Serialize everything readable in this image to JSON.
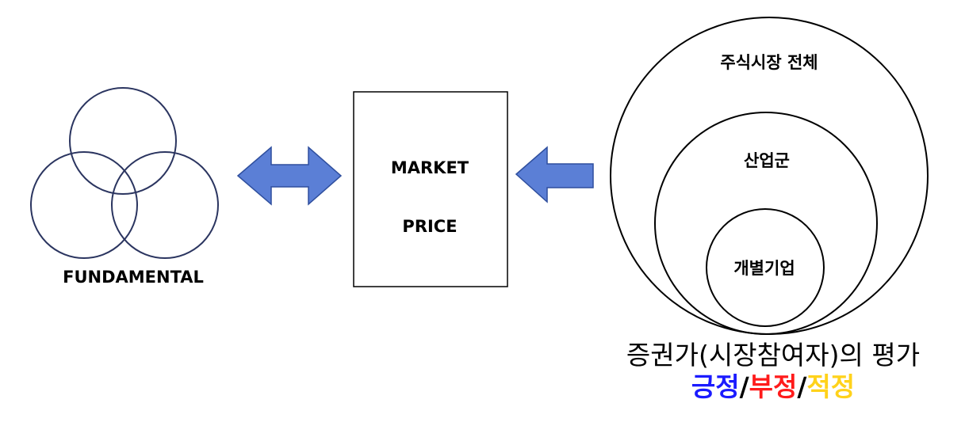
{
  "fundamental": {
    "label": "FUNDAMENTAL"
  },
  "market_box": {
    "line1": "MARKET",
    "line2": "PRICE"
  },
  "circles": {
    "outer": "주식시장 전체",
    "middle": "산업군",
    "inner": "개별기업"
  },
  "caption": {
    "main": "증권가(시장참여자)의 평가",
    "sub": [
      {
        "text": "긍정",
        "color": "#1b1bff"
      },
      {
        "text": "/",
        "color": "#000000"
      },
      {
        "text": "부정",
        "color": "#ff1b1b"
      },
      {
        "text": "/",
        "color": "#000000"
      },
      {
        "text": "적정",
        "color": "#ffd21b"
      }
    ]
  },
  "colors": {
    "arrow_fill": "#5b7fd6",
    "arrow_stroke": "#2f4f9e",
    "venn_stroke": "#2b3560"
  }
}
